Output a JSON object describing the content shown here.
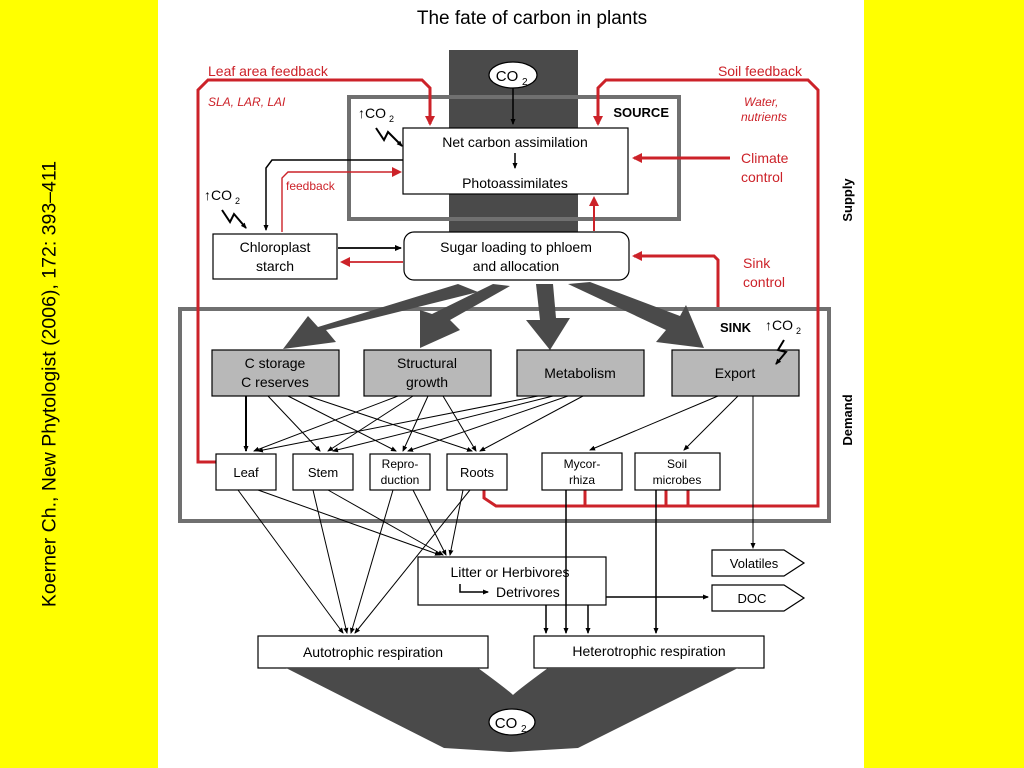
{
  "citation": "Koerner Ch., New Phytologist (2006), 172: 393–411",
  "diagram": {
    "title": "The fate of carbon in plants",
    "co2": "CO",
    "co2_sub": "2",
    "co2_up": "↑CO",
    "labels": {
      "leaf_area_feedback": "Leaf area feedback",
      "sla_lar_lai": "SLA, LAR, LAI",
      "soil_feedback": "Soil feedback",
      "water": "Water,",
      "nutrients": "nutrients",
      "source": "SOURCE",
      "climate": "Climate",
      "control": "control",
      "feedback": "feedback",
      "sink_ctrl": "Sink",
      "sink_ctrl2": "control",
      "sink": "SINK",
      "supply": "Supply",
      "demand": "Demand"
    },
    "nodes": {
      "net_assim": "Net carbon assimilation",
      "photo": "Photoassimilates",
      "chloro1": "Chloroplast",
      "chloro2": "starch",
      "sugar1": "Sugar loading to phloem",
      "sugar2": "and allocation",
      "cstorage1": "C storage",
      "cstorage2": "C reserves",
      "structural1": "Structural",
      "structural2": "growth",
      "metabolism": "Metabolism",
      "export": "Export",
      "leaf": "Leaf",
      "stem": "Stem",
      "repro1": "Repro-",
      "repro2": "duction",
      "roots": "Roots",
      "myco1": "Mycor-",
      "myco2": "rhiza",
      "soil1": "Soil",
      "soil2": "microbes",
      "litter1": "Litter or Herbivores",
      "litter2": "Detrivores",
      "volatiles": "Volatiles",
      "doc": "DOC",
      "auto": "Autotrophic respiration",
      "hetero": "Heterotrophic respiration"
    }
  },
  "colors": {
    "background": "#ffff00",
    "red": "#cc2229",
    "dark": "#4a4a4a",
    "box_gray": "#b8b8b8"
  }
}
